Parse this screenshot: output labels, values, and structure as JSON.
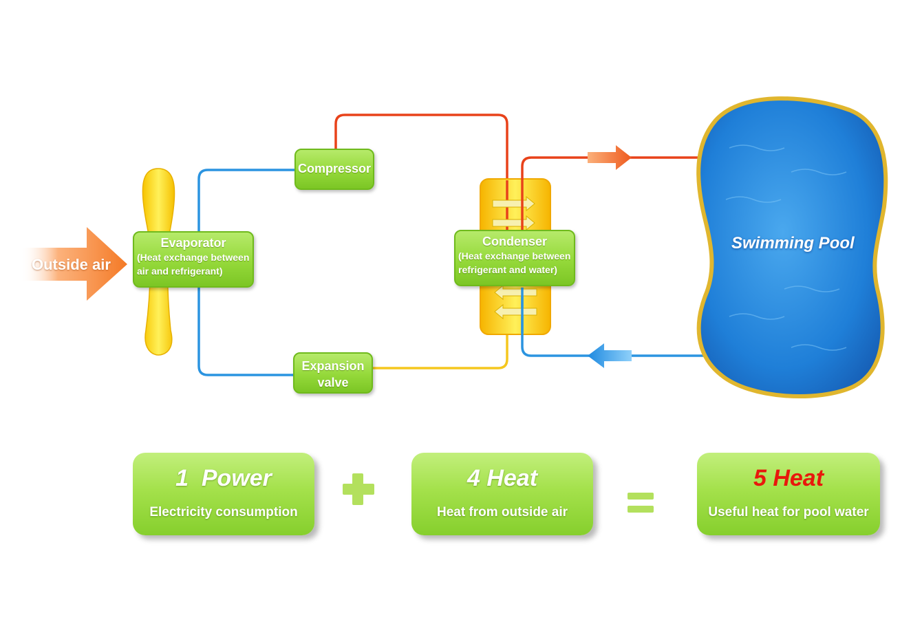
{
  "labels": {
    "outside_air": "Outside air",
    "swimming_pool": "Swimming Pool"
  },
  "components": {
    "evaporator": {
      "title": "Evaporator",
      "desc_1": "(Heat exchange between",
      "desc_2": "air and refrigerant)"
    },
    "compressor": {
      "title": "Compressor"
    },
    "condenser": {
      "title": "Condenser",
      "desc_1": "(Heat exchange between",
      "desc_2": "refrigerant and water)"
    },
    "expansion_valve": {
      "title_1": "Expansion",
      "title_2": "valve"
    }
  },
  "equation": {
    "power": {
      "value": "1  Power",
      "label": "Electricity consumption"
    },
    "heat_in": {
      "value": "4 Heat",
      "label": "Heat from outside air"
    },
    "heat_out": {
      "value": "5 Heat",
      "label": "Useful heat for pool water"
    }
  },
  "colors": {
    "hot_line": "#e8421a",
    "cold_line": "#2b94e0",
    "warm_line": "#f5c71f",
    "box_green": "#95d93a",
    "pool_blue": "#1e7fd6",
    "pool_rim": "#e0b62e",
    "result_red": "#e8180c"
  }
}
